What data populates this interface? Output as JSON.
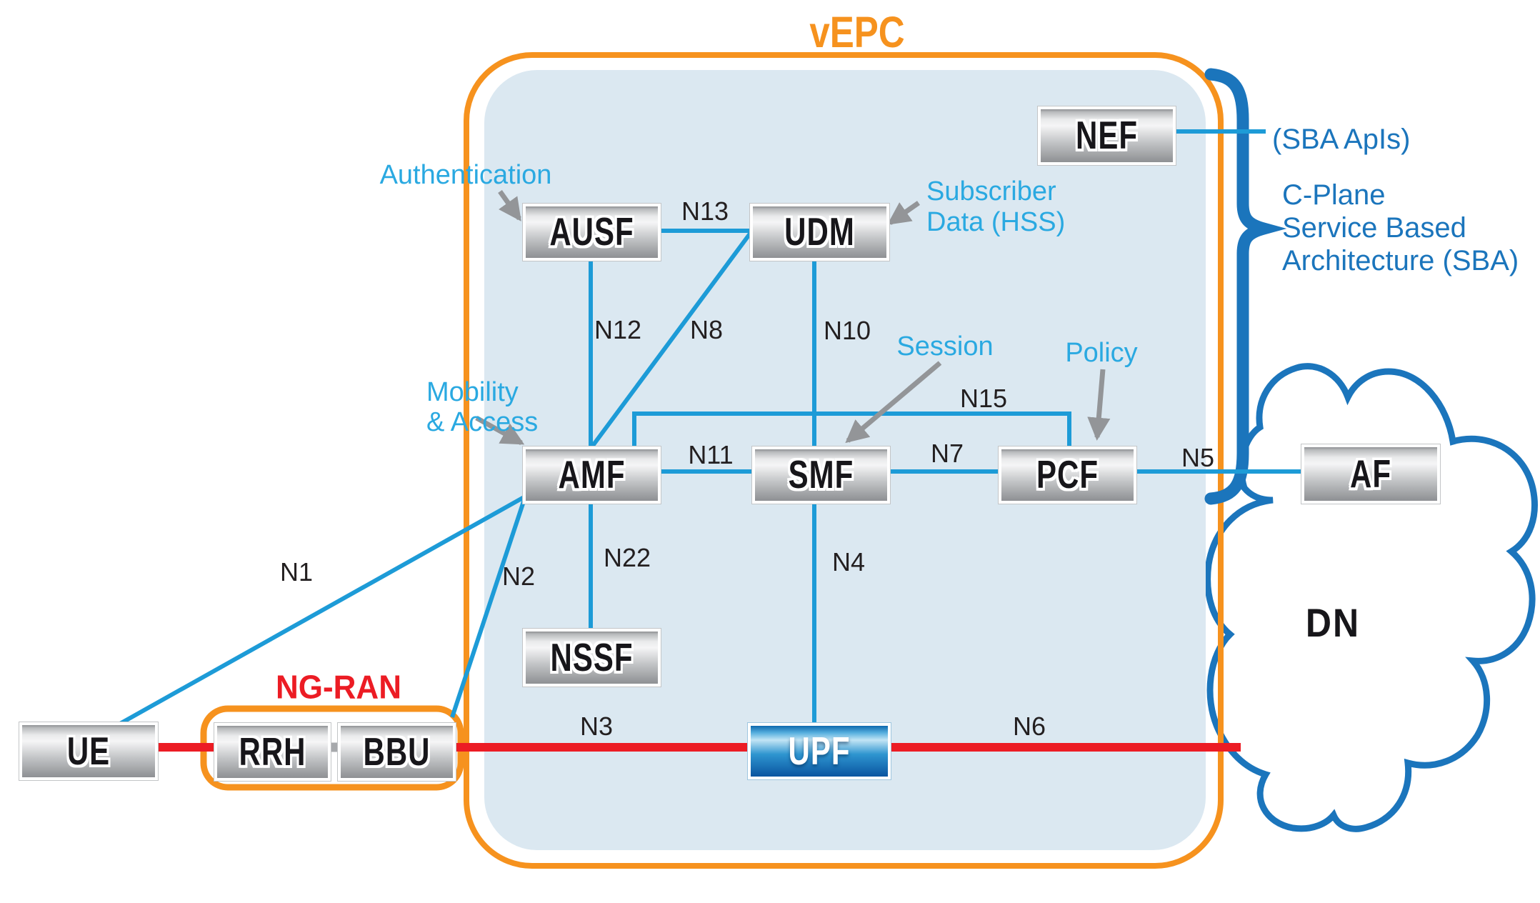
{
  "diagram_title": "vEPC",
  "groups": {
    "vepc_label": "vEPC",
    "ngran_label": "NG-RAN"
  },
  "nodes": {
    "ue": {
      "label": "UE"
    },
    "rrh": {
      "label": "RRH"
    },
    "bbu": {
      "label": "BBU"
    },
    "ausf": {
      "label": "AUSF"
    },
    "udm": {
      "label": "UDM"
    },
    "nef": {
      "label": "NEF"
    },
    "amf": {
      "label": "AMF"
    },
    "smf": {
      "label": "SMF"
    },
    "pcf": {
      "label": "PCF"
    },
    "nssf": {
      "label": "NSSF"
    },
    "upf": {
      "label": "UPF"
    },
    "af": {
      "label": "AF"
    },
    "dn": {
      "label": "DN"
    }
  },
  "interfaces": {
    "n1": "N1",
    "n2": "N2",
    "n3": "N3",
    "n4": "N4",
    "n5": "N5",
    "n6": "N6",
    "n7": "N7",
    "n8": "N8",
    "n10": "N10",
    "n11": "N11",
    "n12": "N12",
    "n13": "N13",
    "n15": "N15",
    "n22": "N22"
  },
  "annotations": {
    "authentication": "Authentication",
    "subscriber_line1": "Subscriber",
    "subscriber_line2": "Data (HSS)",
    "mobility_line1": "Mobility",
    "mobility_line2": "& Access",
    "session": "Session",
    "policy": "Policy",
    "sba_apis": "(SBA ApIs)",
    "cplane_line1": "C-Plane",
    "cplane_line2": "Service Based",
    "cplane_line3": "Architecture (SBA)"
  },
  "colors": {
    "orange_border": "#f6921e",
    "panel_fill": "#dbe8f1",
    "control_plane_line": "#1d9bd7",
    "dark_blue": "#1b75bc",
    "user_plane_red": "#ec1c24",
    "annotation_blue": "#2aa9e1",
    "arrow_gray": "#939598"
  }
}
